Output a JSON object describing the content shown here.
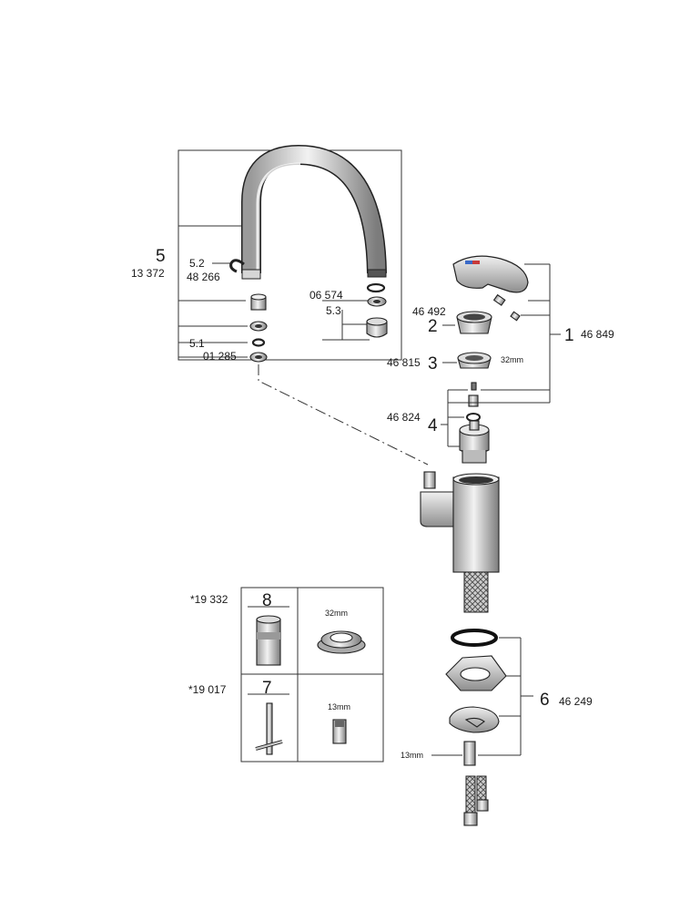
{
  "spout": {
    "index": "5",
    "part_no": "13 372"
  },
  "clip": {
    "index": "5.2",
    "part_no": "48 266"
  },
  "washer": {
    "index": "5.1",
    "part_no": "01 285"
  },
  "aerator": {
    "part_no": "06 574",
    "index": "5.3"
  },
  "handle_set": {
    "index": "1",
    "part_no": "46 849"
  },
  "cap": {
    "index": "2",
    "part_no": "46 492"
  },
  "nut": {
    "index": "3",
    "part_no": "46 815",
    "size": "32mm"
  },
  "cartridge": {
    "index": "4",
    "part_no": "46 824"
  },
  "fixing_set": {
    "index": "6",
    "part_no": "46 249",
    "size": "13mm"
  },
  "tools": [
    {
      "star_no": "*19 332",
      "index": "8",
      "size": "32mm"
    },
    {
      "star_no": "*19 017",
      "index": "7",
      "size": "13mm"
    }
  ]
}
